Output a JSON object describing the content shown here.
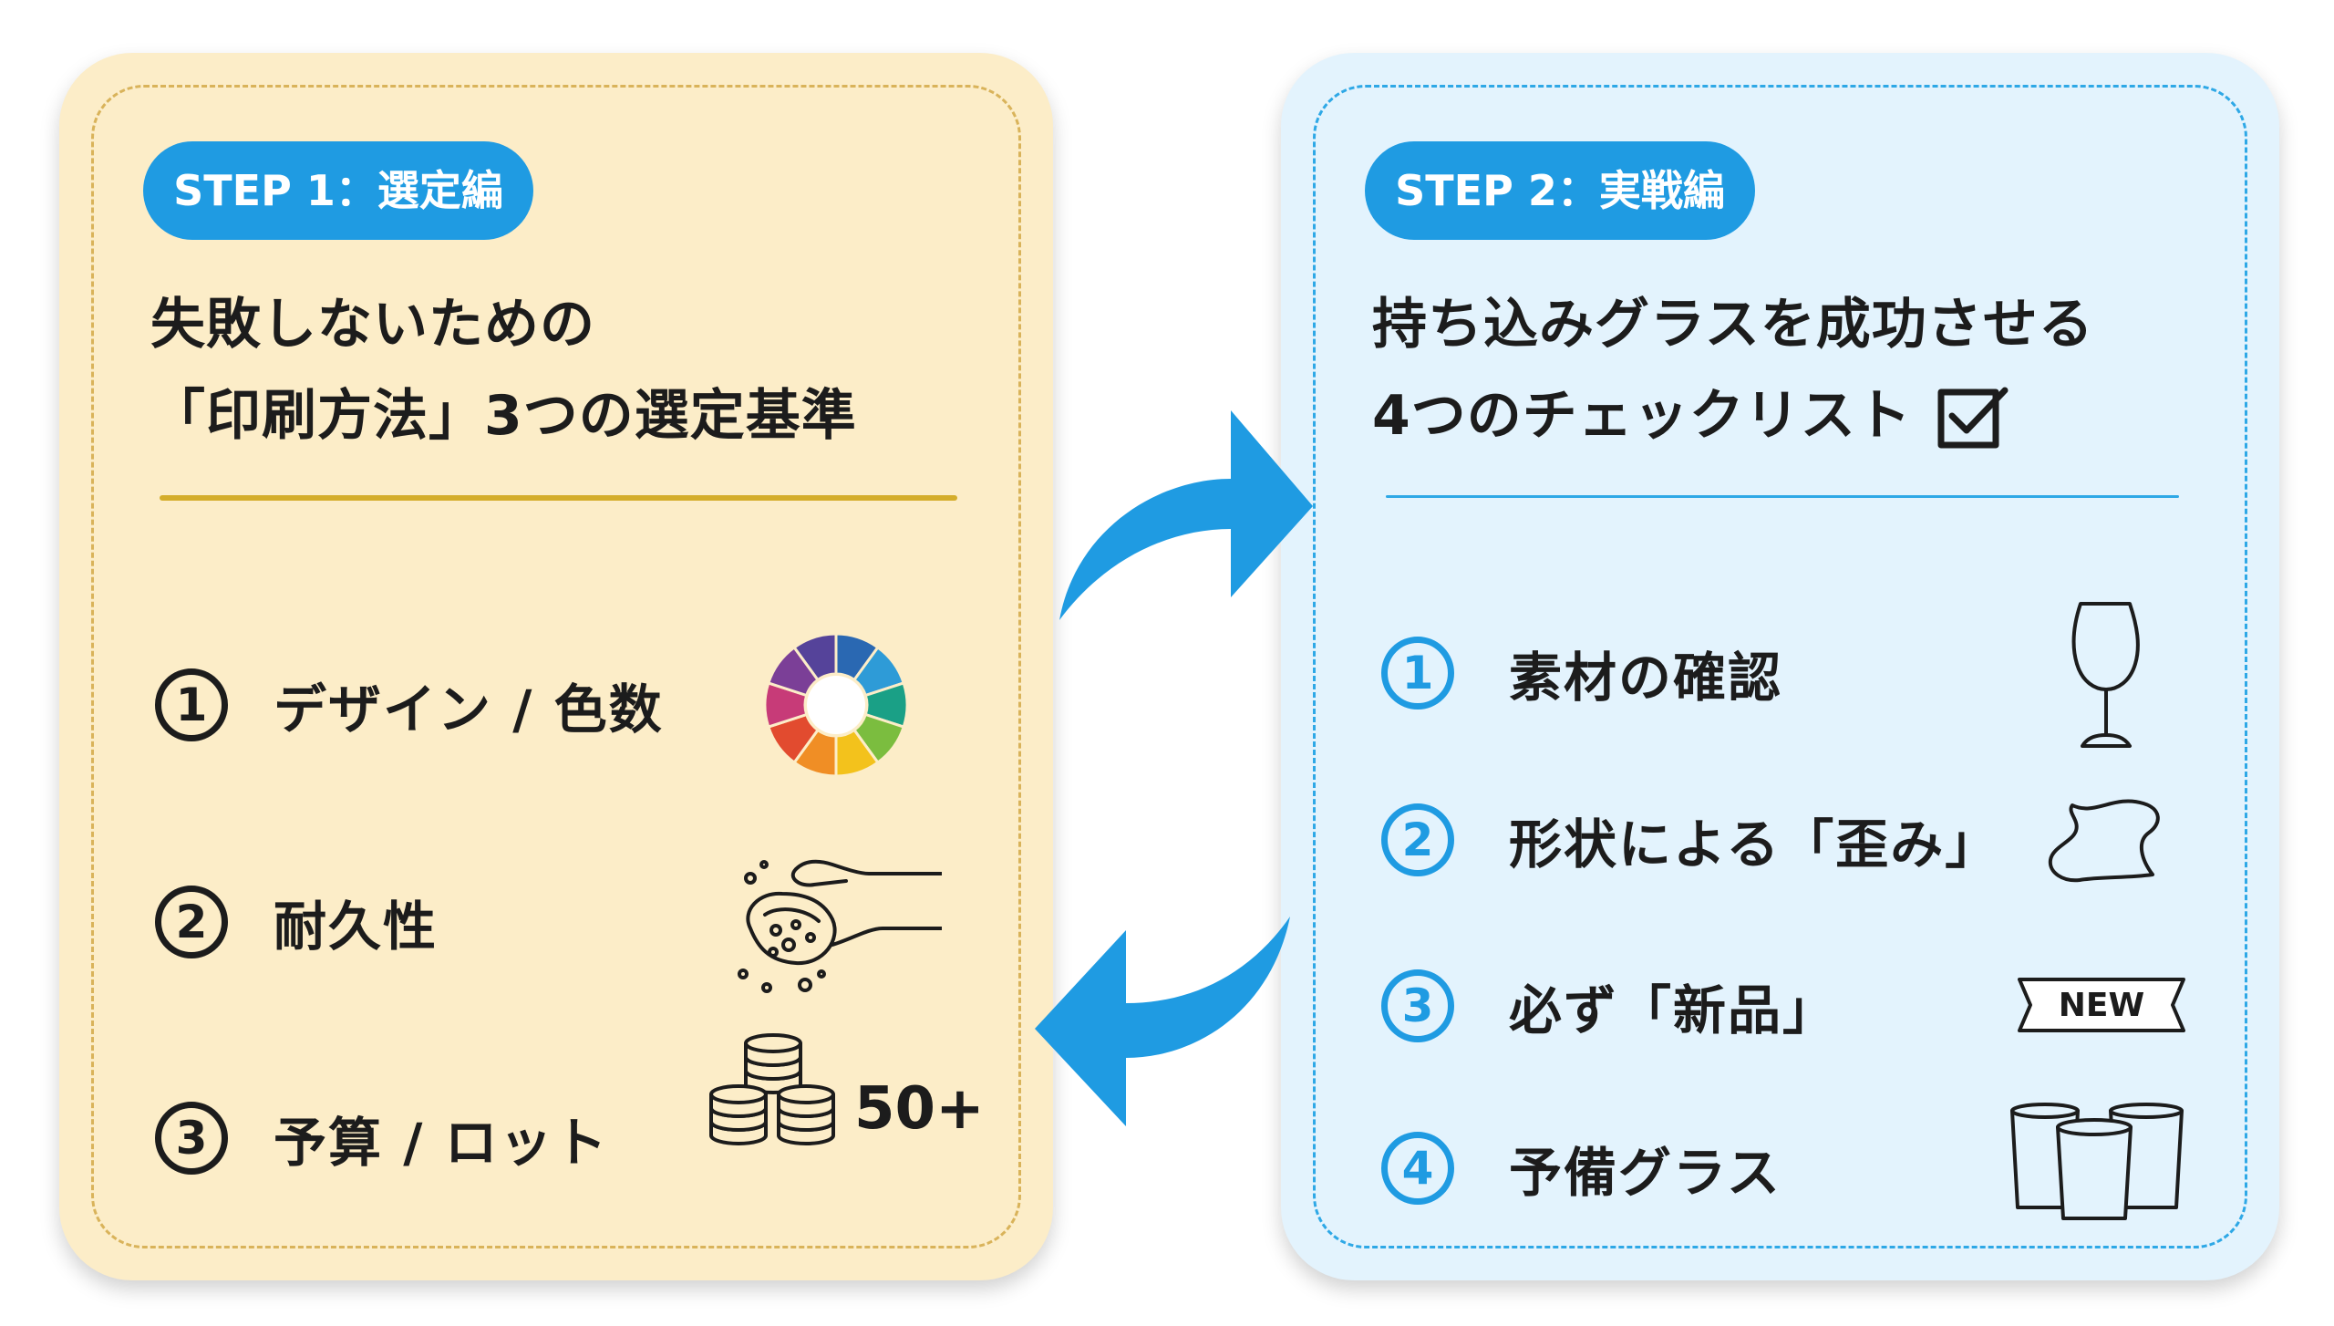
{
  "step1": {
    "badge": "STEP 1：選定編",
    "title_line1": "失敗しないための",
    "title_line2": "「印刷方法」3つの選定基準",
    "items": [
      {
        "number": "1",
        "label": "デザイン / 色数",
        "icon": "color-wheel-icon"
      },
      {
        "number": "2",
        "label": "耐久性",
        "icon": "hand-scrubbing-icon"
      },
      {
        "number": "3",
        "label": "予算 / ロット",
        "icon": "coin-stacks-icon",
        "extra": "50+"
      }
    ]
  },
  "step2": {
    "badge": "STEP 2：実戦編",
    "title_line1": "持ち込みグラスを成功させる",
    "title_line2": "4つのチェックリスト",
    "title_icon": "checkbox-icon",
    "items": [
      {
        "number": "1",
        "label": "素材の確認",
        "icon": "wine-glass-icon"
      },
      {
        "number": "2",
        "label": "形状による「歪み」",
        "icon": "wavy-shape-icon"
      },
      {
        "number": "3",
        "label": "必ず「新品」",
        "icon": "new-ribbon-icon",
        "badge_text": "NEW"
      },
      {
        "number": "4",
        "label": "予備グラス",
        "icon": "spare-glasses-icon"
      }
    ]
  },
  "colors": {
    "step1_bg": "#fcedc8",
    "step2_bg": "#e3f3fd",
    "accent_blue": "#1f9be2",
    "gold_rule": "#d4ad2b",
    "text": "#1c1c1c"
  }
}
